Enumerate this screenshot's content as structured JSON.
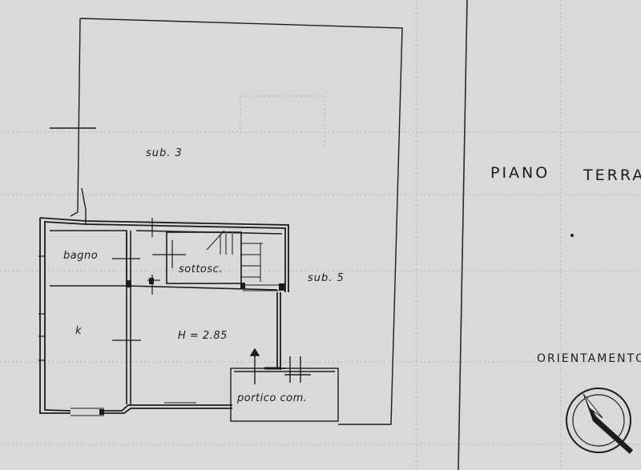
{
  "labels": {
    "sub3": "sub. 3",
    "sub5": "sub. 5",
    "bagno": "bagno",
    "sottosc": "sottosc.",
    "k": "k",
    "height": "H = 2.85",
    "portico": "portico   com.",
    "piano_word1": "PIANO",
    "piano_word2": "TERRA",
    "orientamento": "ORIENTAMENTO"
  },
  "icons": {
    "north_arrow": "compass-north-arrow-icon"
  },
  "colors": {
    "paper": "#d9d9d7",
    "ink": "#1c1c1c",
    "grid": "#a9a9a5"
  }
}
